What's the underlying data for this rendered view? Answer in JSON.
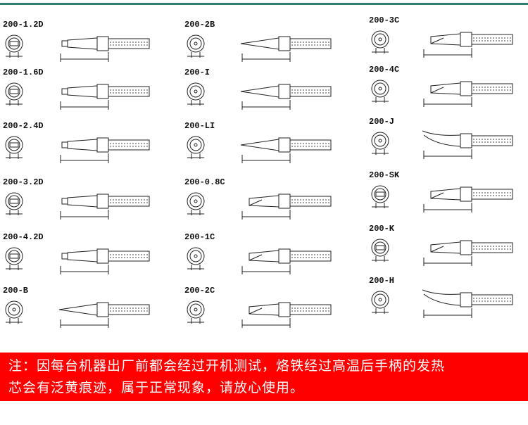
{
  "columns": [
    {
      "items": [
        {
          "label": "200-1.2D",
          "tip": "chisel"
        },
        {
          "label": "200-1.6D",
          "tip": "chisel"
        },
        {
          "label": "200-2.4D",
          "tip": "chisel"
        },
        {
          "label": "200-3.2D",
          "tip": "wide"
        },
        {
          "label": "200-4.2D",
          "tip": "wide"
        },
        {
          "label": "200-B",
          "tip": "conical"
        }
      ]
    },
    {
      "items": [
        {
          "label": "200-2B",
          "tip": "conical"
        },
        {
          "label": "200-I",
          "tip": "conical"
        },
        {
          "label": "200-LI",
          "tip": "long"
        },
        {
          "label": "200-0.8C",
          "tip": "bevel"
        },
        {
          "label": "200-1C",
          "tip": "bevel"
        },
        {
          "label": "200-2C",
          "tip": "bevel"
        }
      ]
    },
    {
      "items": [
        {
          "label": "200-3C",
          "tip": "bevel"
        },
        {
          "label": "200-4C",
          "tip": "bevel"
        },
        {
          "label": "200-J",
          "tip": "bent"
        },
        {
          "label": "200-SK",
          "tip": "knife"
        },
        {
          "label": "200-K",
          "tip": "knife"
        },
        {
          "label": "200-H",
          "tip": "bent"
        }
      ]
    }
  ],
  "notice": {
    "line1": "注：因每台机器出厂前都会经过开机测试，烙铁经过高温后手柄的发热",
    "line2": "芯会有泛黄痕迹，属于正常现象，请放心使用。"
  },
  "colors": {
    "banner": "#fe0000",
    "line": "#2e7d6e"
  }
}
